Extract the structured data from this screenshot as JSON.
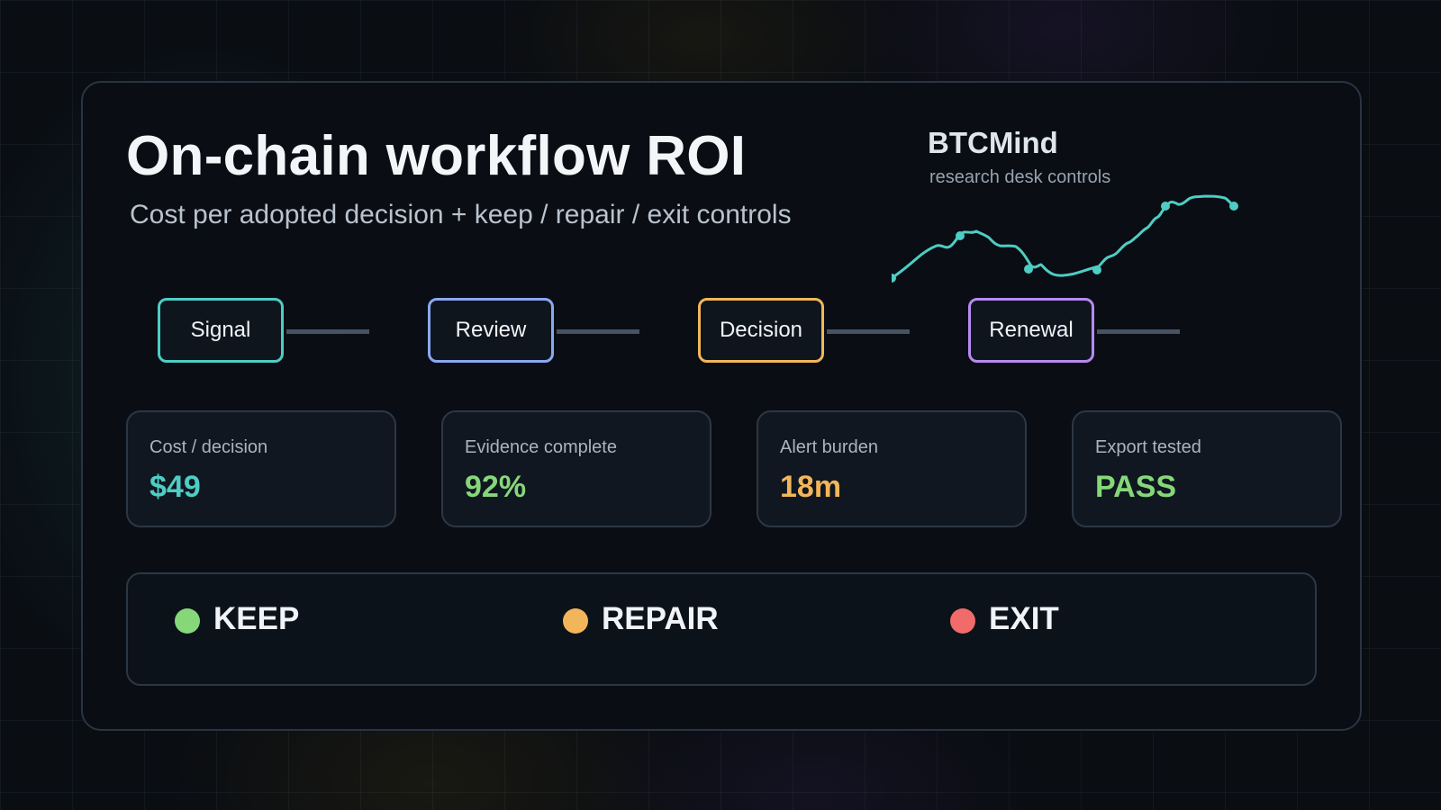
{
  "header": {
    "title": "On-chain workflow ROI",
    "subtitle": "Cost per adopted decision + keep / repair / exit controls"
  },
  "brand": {
    "name": "BTCMind",
    "tagline": "research desk controls",
    "sparkline_color": "#4ecdc4"
  },
  "workflow": {
    "stages": [
      {
        "label": "Signal",
        "color": "#4ecdc4"
      },
      {
        "label": "Review",
        "color": "#8aa8f2"
      },
      {
        "label": "Decision",
        "color": "#f2b65a"
      },
      {
        "label": "Renewal",
        "color": "#b68af2"
      }
    ]
  },
  "metrics": [
    {
      "label": "Cost / decision",
      "value": "$49",
      "color": "#4ecdc4"
    },
    {
      "label": "Evidence complete",
      "value": "92%",
      "color": "#86d77a"
    },
    {
      "label": "Alert burden",
      "value": "18m",
      "color": "#f2b65a"
    },
    {
      "label": "Export tested",
      "value": "PASS",
      "color": "#86d77a"
    }
  ],
  "controls": [
    {
      "label": "KEEP",
      "color": "#86d77a"
    },
    {
      "label": "REPAIR",
      "color": "#f2b65a"
    },
    {
      "label": "EXIT",
      "color": "#f26b6b"
    }
  ]
}
